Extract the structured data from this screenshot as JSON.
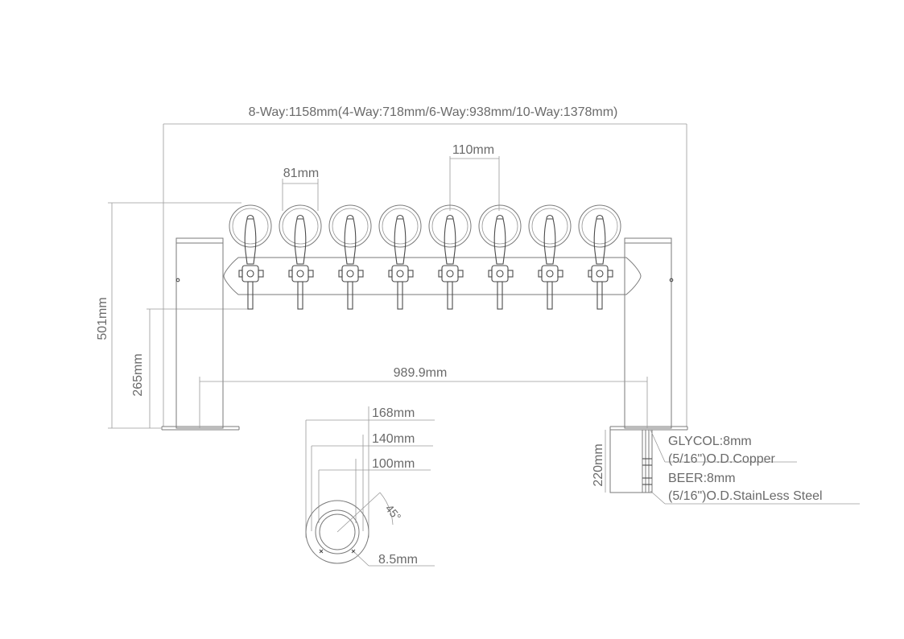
{
  "diagram": {
    "tap_count": 8,
    "labels": {
      "overall_width": "8-Way:1158mm(4-Way:718mm/6-Way:938mm/10-Way:1378mm)",
      "tap_spacing": "110mm",
      "handle_width": "81mm",
      "total_height": "501mm",
      "faucet_height": "265mm",
      "leg_spacing": "989.9mm",
      "base_168": "168mm",
      "base_140": "140mm",
      "base_100": "100mm",
      "angle": "45°",
      "hole": "8.5mm",
      "python_height": "220mm",
      "glycol_line1": "GLYCOL:8mm",
      "glycol_line2": "(5/16\")O.D.Copper",
      "beer_line1": "BEER:8mm",
      "beer_line2": "(5/16\")O.D.StainLess Steel"
    },
    "colors": {
      "line": "#7a7a7a",
      "dark_line": "#4a4a4a",
      "text": "#6a6a6a"
    }
  }
}
